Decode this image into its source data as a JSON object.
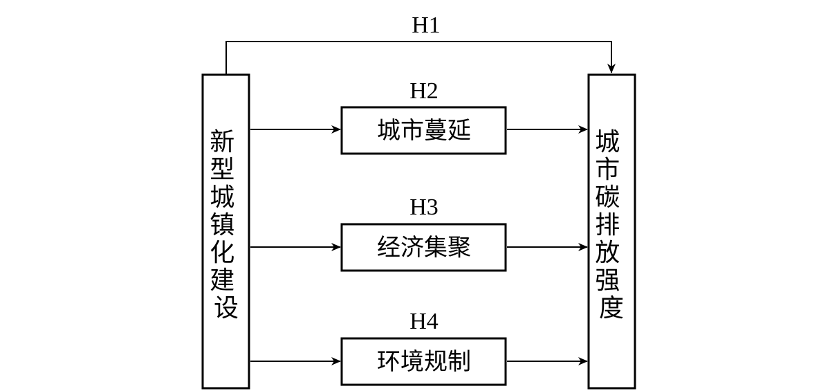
{
  "diagram": {
    "source": {
      "label": "新型城镇化建设",
      "chars": [
        "新",
        "型",
        "城",
        "镇",
        "化",
        "建",
        "设"
      ]
    },
    "target": {
      "label": "城市碳排放强度",
      "chars": [
        "城",
        "市",
        "碳",
        "排",
        "放",
        "强",
        "度"
      ]
    },
    "mediators": [
      {
        "label": "城市蔓延",
        "hypothesis": "H2"
      },
      {
        "label": "经济集聚",
        "hypothesis": "H3"
      },
      {
        "label": "环境规制",
        "hypothesis": "H4"
      }
    ],
    "direct_path": {
      "hypothesis": "H1"
    },
    "colors": {
      "stroke": "#000000",
      "background": "#ffffff"
    }
  }
}
